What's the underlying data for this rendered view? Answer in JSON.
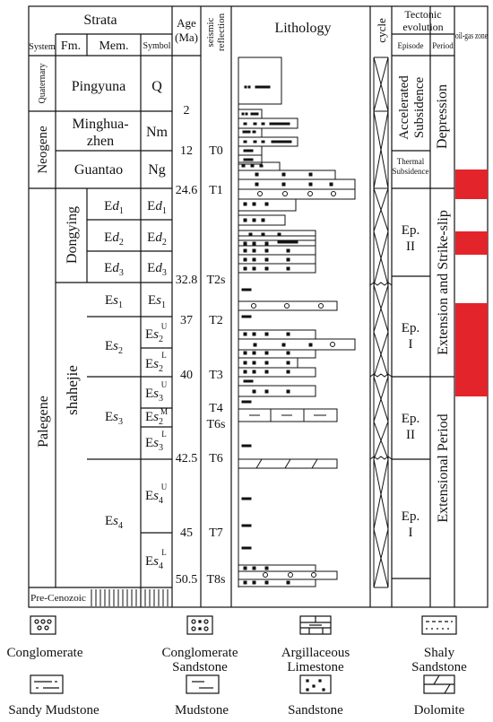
{
  "header": {
    "strata": "Strata",
    "system": "System",
    "fm": "Fm.",
    "mem": "Mem.",
    "symbol": "Symbol",
    "age_line1": "Age",
    "age_line2": "(Ma)",
    "seismic_line1": "seismic",
    "seismic_line2": "reflection",
    "lithology": "Lithology",
    "cycle": "cycle",
    "tectonic_line1": "Tectonic",
    "tectonic_line2": "evolution",
    "episode": "Episode",
    "period": "Period",
    "oilgas": "oil-gas zone"
  },
  "systems": {
    "quaternary": "Quaternary",
    "neogene": "Neogene",
    "palegene": "Palegene",
    "pre_cenozoic": "Pre-Cenozoic"
  },
  "formations": {
    "pingyuna": "Pingyuna",
    "minghua_1": "Minghua-",
    "minghua_2": "zhen",
    "guantao": "Guantao",
    "dongying": "Dongying",
    "shahejie": "shahejie"
  },
  "symbols": {
    "q": "Q",
    "nm": "Nm",
    "ng": "Ng"
  },
  "members": {
    "ed_prefix": "E",
    "ed_letter": "d",
    "es_prefix": "E",
    "es_letter": "s",
    "n1": "1",
    "n2": "2",
    "n3": "3",
    "n4": "4",
    "sup_u": "U",
    "sup_l": "L",
    "sup_m": "M"
  },
  "ages": [
    "2",
    "12",
    "24.6",
    "32.8",
    "37",
    "40",
    "42.5",
    "45",
    "50.5"
  ],
  "reflections": [
    "T0",
    "T1",
    "T2s",
    "T2",
    "T3",
    "T4",
    "T6s",
    "T6",
    "T7",
    "T8s"
  ],
  "tectonic": {
    "accelerated_1": "Accelerated",
    "accelerated_2": "Subsidence",
    "depression": "Depression",
    "thermal_1": "Thermal",
    "thermal_2": "Subsidence",
    "ep_ii": "Ep.",
    "ep_ii_num": "II",
    "ep_i": "Ep.",
    "ep_i_num": "I",
    "extension_strike": "Extension and Strike-slip",
    "extensional_period": "Extensional Period"
  },
  "legend": {
    "conglomerate": "Conglomerate",
    "conglomerate_sandstone_1": "Conglomerate",
    "conglomerate_sandstone_2": "Sandstone",
    "argillaceous_1": "Argillaceous",
    "argillaceous_2": "Limestone",
    "shaly_1": "Shaly",
    "shaly_2": "Sandstone",
    "sandy_mudstone": "Sandy Mudstone",
    "mudstone": "Mudstone",
    "sandstone": "Sandstone",
    "dolomite": "Dolomite"
  },
  "colors": {
    "oil_zone": "#e3242b",
    "line": "#111111"
  }
}
